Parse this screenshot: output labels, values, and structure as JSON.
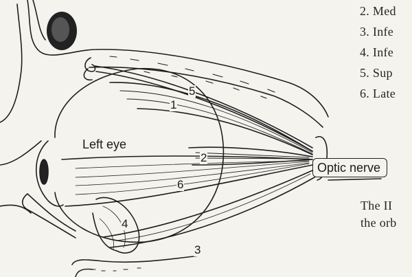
{
  "labels": {
    "eye": "Left eye",
    "optic_nerve": "Optic nerve",
    "muscle_numbers": [
      "1",
      "2",
      "3",
      "4",
      "5",
      "6"
    ]
  },
  "legend_fragments": [
    {
      "num": "2.",
      "text": "Med"
    },
    {
      "num": "3.",
      "text": "Infe"
    },
    {
      "num": "4.",
      "text": "Infe"
    },
    {
      "num": "5.",
      "text": "Sup"
    },
    {
      "num": "6.",
      "text": "Late"
    }
  ],
  "caption_fragments": [
    "The II",
    "the orb"
  ],
  "colors": {
    "ink": "#1b1b1b",
    "paper": "#f4f3ee"
  }
}
